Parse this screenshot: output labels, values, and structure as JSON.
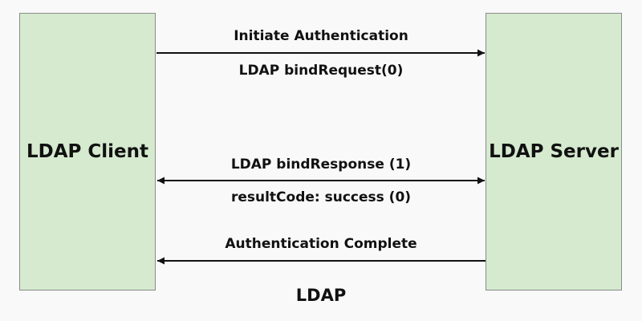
{
  "diagram": {
    "client": {
      "label": "LDAP Client"
    },
    "server": {
      "label": "LDAP Server"
    },
    "messages": [
      {
        "direction": "client-to-server",
        "label_above": "Initiate Authentication",
        "label_below": "LDAP bindRequest(0)"
      },
      {
        "direction": "bidirectional",
        "label_above": "LDAP bindResponse (1)",
        "label_below": "resultCode: success (0)"
      },
      {
        "direction": "server-to-client",
        "label_above": "Authentication Complete",
        "label_below": ""
      }
    ],
    "caption": "LDAP"
  },
  "colors": {
    "box_fill": "#d5eacf",
    "box_border": "#8a8a8a",
    "arrow": "#111111",
    "background": "#f9f9f9"
  }
}
